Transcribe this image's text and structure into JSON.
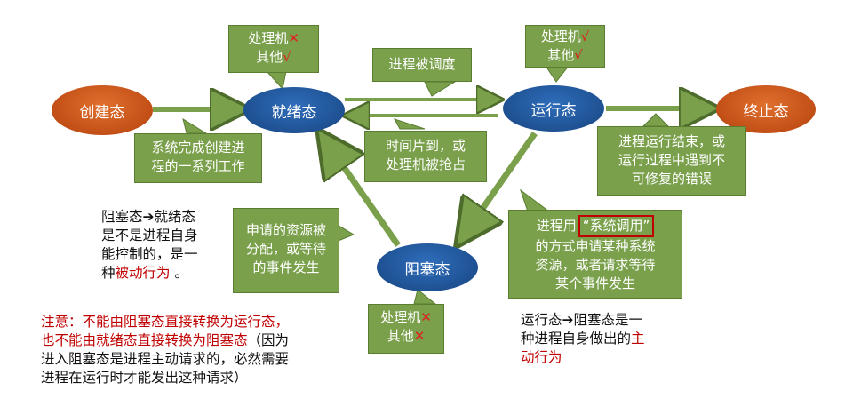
{
  "states": {
    "create": "创建态",
    "ready": "就绪态",
    "running": "运行态",
    "terminated": "终止态",
    "blocked": "阻塞态"
  },
  "notes": {
    "ready_cpu": {
      "label": "处理机",
      "mark": "✕"
    },
    "ready_other": {
      "label": "其他",
      "mark": "√"
    },
    "running_cpu": {
      "label": "处理机",
      "mark": "√"
    },
    "running_other": {
      "label": "其他",
      "mark": "√"
    },
    "blocked_cpu": {
      "label": "处理机",
      "mark": "✕"
    },
    "blocked_other": {
      "label": "其他",
      "mark": "✕"
    },
    "dispatch": "进程被调度",
    "create_work": [
      "系统完成创建进",
      "程的一系列工作"
    ],
    "timeslice": [
      "时间片到，或",
      "处理机被抢占"
    ],
    "finish": [
      "进程运行结束，或",
      "运行过程中遇到不",
      "可修复的错误"
    ],
    "resource_alloc": [
      "申请的资源被",
      "分配，或等待",
      "的事件发生"
    ],
    "syscall_pre": "进程用",
    "syscall_hl": "“系统调用”",
    "syscall_rest": [
      "的方式申请某种系统",
      "资源，或者请求等待",
      "某个事件发生"
    ]
  },
  "text": {
    "blocked_to_ready": {
      "l1": "阻塞态",
      "arrow": "➔",
      "l1b": "就绪态",
      "l2": "是不是进程自身",
      "l3": "能控制的，是一",
      "l4a": "种",
      "l4b": "被动行为",
      "l4c": " 。"
    },
    "notice": {
      "l1": "注意：不能由阻塞态直接转换为运行态，",
      "l2a": "也不能由就绪态直接转换为阻塞态",
      "l2b": "（因为",
      "l3": "进入阻塞态是进程主动请求的，必然需要",
      "l4": "进程在运行时才能发出这种请求）"
    },
    "running_to_blocked": {
      "l1a": "运行态",
      "arrow": "➔",
      "l1b": "阻塞态是一",
      "l2a": "种进程自身做出的",
      "l2b": "主",
      "l3": "动行为"
    }
  },
  "colors": {
    "orange_state": "#c24f16",
    "blue_state": "#1d4f8f",
    "note_green": "#7aa04c",
    "arrow_green": "#7aa04c",
    "emphasis_red": "#c00000"
  }
}
